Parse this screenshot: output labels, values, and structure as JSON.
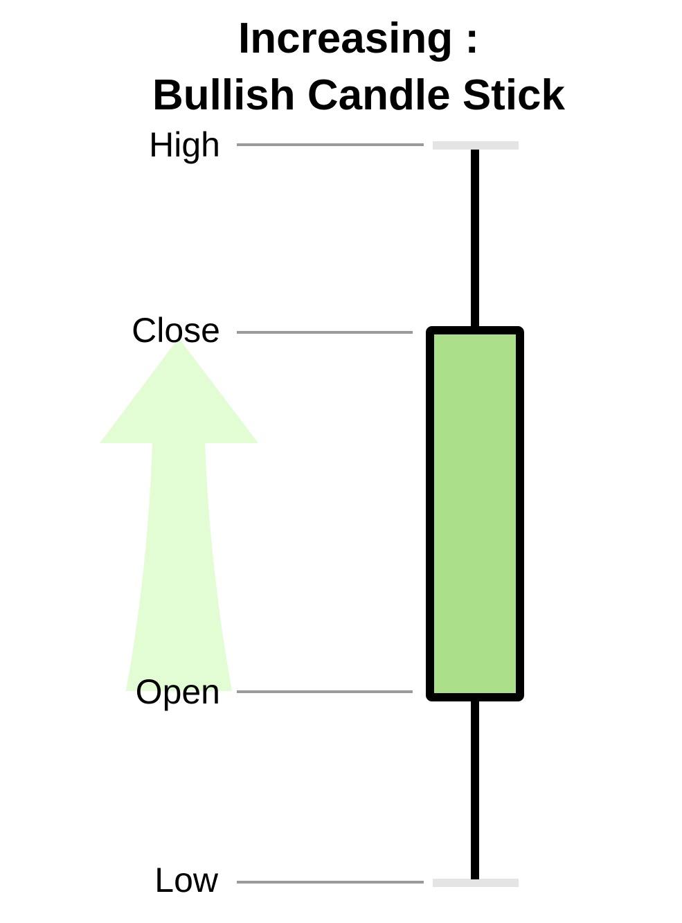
{
  "title": {
    "line1": "Increasing :",
    "line2": "Bullish Candle Stick"
  },
  "levels": {
    "high": "High",
    "close": "Close",
    "open": "Open",
    "low": "Low"
  },
  "colors": {
    "body_fill": "#acdf89",
    "outline": "#000000",
    "guide_line": "#9a9a9a",
    "tick": "#e4e4e4",
    "arrow": "#e2fdd3"
  },
  "icons": {
    "arrow": "up-arrow-icon"
  }
}
